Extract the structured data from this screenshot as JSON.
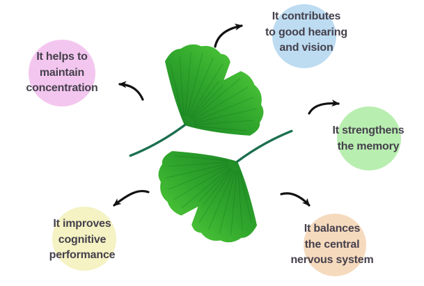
{
  "canvas": {
    "background": "#ffffff"
  },
  "subject": {
    "name": "Two ginkgo biloba leaves",
    "leaf": {
      "gradient": [
        "#1f8b26",
        "#2fa42c",
        "#49c136"
      ],
      "vein_color": "#0e6b14",
      "stem_color": "#1b6f4e"
    }
  },
  "arrows": {
    "color": "#121212"
  },
  "label_text_color": "#45404c",
  "benefits": [
    {
      "position": "top-left",
      "text": "It helps to maintain concentration",
      "lines": [
        "It helps to",
        "maintain",
        "concentration"
      ],
      "circle_color": "#f3c6ef"
    },
    {
      "position": "top-right",
      "text": "It contributes to good hearing and vision",
      "lines": [
        "It contributes",
        "to good hearing",
        "and vision"
      ],
      "circle_color": "#bddcf2"
    },
    {
      "position": "right",
      "text": "It strengthens the memory",
      "lines": [
        "It strengthens",
        "the memory"
      ],
      "circle_color": "#b9eeb1"
    },
    {
      "position": "bottom-right",
      "text": "It balances the central nervous system",
      "lines": [
        "It balances",
        "the central",
        "nervous system"
      ],
      "circle_color": "#f6dabd"
    },
    {
      "position": "bottom-left",
      "text": "It improves cognitive performance",
      "lines": [
        "It improves",
        "cognitive",
        "performance"
      ],
      "circle_color": "#f5f2c3"
    }
  ]
}
